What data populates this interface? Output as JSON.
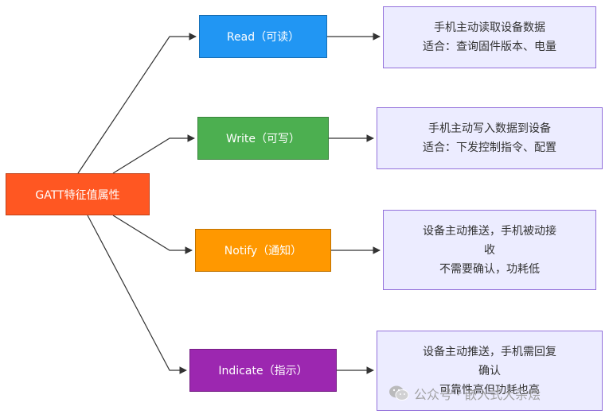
{
  "root": {
    "label": "GATT特征值属性",
    "color": "#ff5722"
  },
  "nodes": [
    {
      "id": "read",
      "label": "Read（可读）",
      "color": "#2196f3",
      "desc": [
        "手机主动读取设备数据",
        "适合：查询固件版本、电量"
      ]
    },
    {
      "id": "write",
      "label": "Write（可写）",
      "color": "#4caf50",
      "desc": [
        "手机主动写入数据到设备",
        "适合：下发控制指令、配置"
      ]
    },
    {
      "id": "notify",
      "label": "Notify（通知）",
      "color": "#ff9800",
      "desc": [
        "设备主动推送，手机被动接",
        "收",
        "不需要确认，功耗低"
      ]
    },
    {
      "id": "indicate",
      "label": "Indicate（指示）",
      "color": "#9c27b0",
      "desc": [
        "设备主动推送，手机需回复",
        "确认",
        "可靠性高但功耗也高"
      ]
    }
  ],
  "watermark": {
    "text": "公众号 · 嵌入式大杂烩",
    "icon": "wechat-icon"
  },
  "colors": {
    "edge": "#333333",
    "desc_fill": "#ececff",
    "desc_border": "#9370db"
  }
}
